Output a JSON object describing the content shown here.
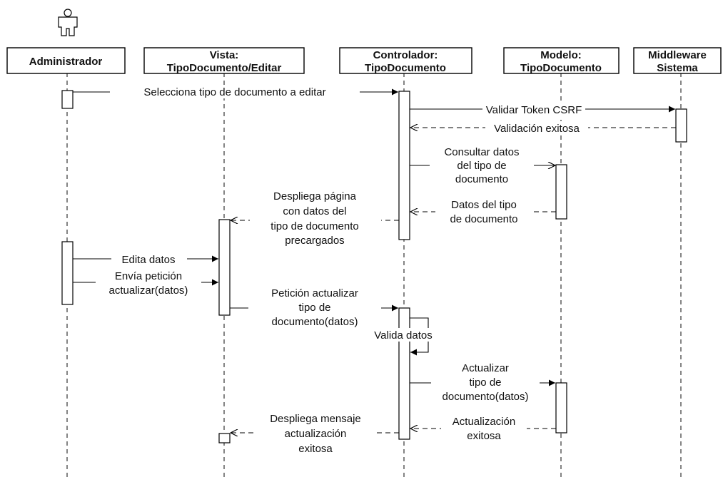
{
  "actor_icon": "person-stick-figure-icon",
  "participants": [
    {
      "id": "admin",
      "lines": [
        "Administrador"
      ]
    },
    {
      "id": "vista",
      "lines": [
        "Vista:",
        "TipoDocumento/Editar"
      ]
    },
    {
      "id": "controlador",
      "lines": [
        "Controlador:",
        "TipoDocumento"
      ]
    },
    {
      "id": "modelo",
      "lines": [
        "Modelo:",
        "TipoDocumento"
      ]
    },
    {
      "id": "middleware",
      "lines": [
        "Middleware",
        "Sistema"
      ]
    }
  ],
  "messages": [
    {
      "id": "m1",
      "lines": [
        "Selecciona tipo de documento a editar"
      ]
    },
    {
      "id": "m2",
      "lines": [
        "Validar Token CSRF"
      ]
    },
    {
      "id": "m3",
      "lines": [
        "Validación exitosa"
      ]
    },
    {
      "id": "m4",
      "lines": [
        "Consultar datos",
        "del tipo de",
        "documento"
      ]
    },
    {
      "id": "m5",
      "lines": [
        "Datos del tipo",
        "de documento"
      ]
    },
    {
      "id": "m6",
      "lines": [
        "Despliega página",
        "con datos del",
        "tipo de documento",
        "precargados"
      ]
    },
    {
      "id": "m7",
      "lines": [
        "Edita datos"
      ]
    },
    {
      "id": "m8",
      "lines": [
        "Envía petición",
        "actualizar(datos)"
      ]
    },
    {
      "id": "m9",
      "lines": [
        "Petición actualizar",
        "tipo de",
        "documento(datos)"
      ]
    },
    {
      "id": "m10",
      "lines": [
        "Valida datos"
      ]
    },
    {
      "id": "m11",
      "lines": [
        "Actualizar",
        "tipo de",
        "documento(datos)"
      ]
    },
    {
      "id": "m12",
      "lines": [
        "Actualización",
        "exitosa"
      ]
    },
    {
      "id": "m13",
      "lines": [
        "Despliega mensaje",
        "actualización",
        "exitosa"
      ]
    }
  ]
}
